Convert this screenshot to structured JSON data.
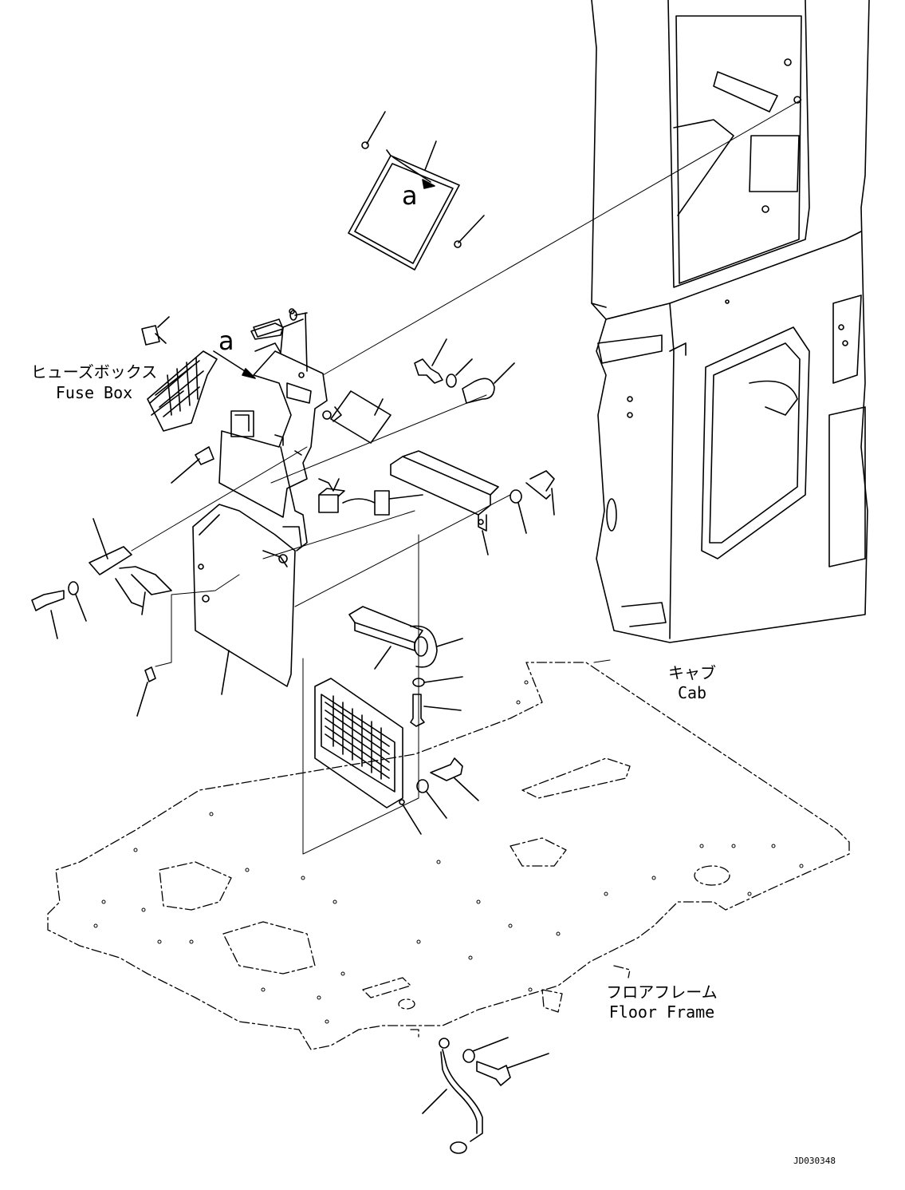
{
  "labels": {
    "fuse_box_ja": "ヒューズボックス",
    "fuse_box_en": "Fuse Box",
    "cab_ja": "キャブ",
    "cab_en": "Cab",
    "floor_frame_ja": "フロアフレーム",
    "floor_frame_en": "Floor Frame",
    "view_letter": "a",
    "view_letter_2": "a",
    "drawing_number": "JD030348"
  }
}
